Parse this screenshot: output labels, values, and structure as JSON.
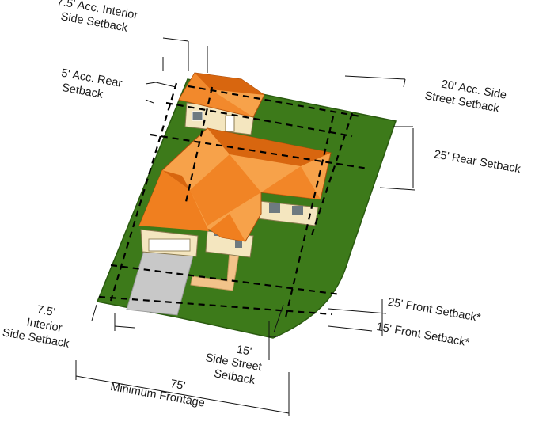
{
  "labels": {
    "acc_interior_side_1": "7.5' Acc. Interior",
    "acc_interior_side_2": "Side Setback",
    "acc_rear_1": "5' Acc. Rear",
    "acc_rear_2": "Setback",
    "acc_side_street_1": "20' Acc. Side",
    "acc_side_street_2": "Street Setback",
    "rear": "25' Rear Setback",
    "front_25": "25' Front Setback*",
    "front_15": "15' Front Setback*",
    "interior_side_1": "7.5'",
    "interior_side_2": "Interior",
    "interior_side_3": "Side Setback",
    "side_street_1": "15'",
    "side_street_2": "Side Street",
    "side_street_3": "Setback",
    "frontage_1": "75'",
    "frontage_2": "Minimum Frontage"
  },
  "colors": {
    "lawn": "#3d7a1a",
    "lawn_edge": "#2a5a10",
    "driveway": "#c8c8c8",
    "walkway": "#f2c38a",
    "roof_light": "#f7a24a",
    "roof_mid": "#f07f1f",
    "roof_dark": "#d8660f",
    "wall": "#f4e6bf",
    "setback_line": "#000000"
  }
}
